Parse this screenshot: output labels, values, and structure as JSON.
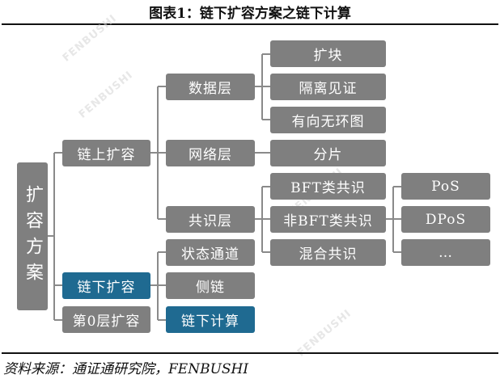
{
  "title": "图表1：链下扩容方案之链下计算",
  "source": "资料来源：通证通研究院，FENBUSHI",
  "watermark": "FENBUSHI",
  "colors": {
    "node": "#7f7f7f",
    "highlight": "#1f6a91",
    "connector": "#8a8a8a"
  },
  "tree": {
    "root": "扩容方案",
    "level1": [
      "链上扩容",
      "链下扩容",
      "第0层扩容"
    ],
    "onchain": [
      "数据层",
      "网络层",
      "共识层"
    ],
    "offchain": [
      "状态通道",
      "侧链",
      "链下计算"
    ],
    "data_layer": [
      "扩块",
      "隔离见证",
      "有向无环图"
    ],
    "network_layer": [
      "分片"
    ],
    "consensus_layer": [
      "BFT类共识",
      "非BFT类共识",
      "混合共识"
    ],
    "non_bft": [
      "PoS",
      "DPoS",
      "…"
    ]
  }
}
